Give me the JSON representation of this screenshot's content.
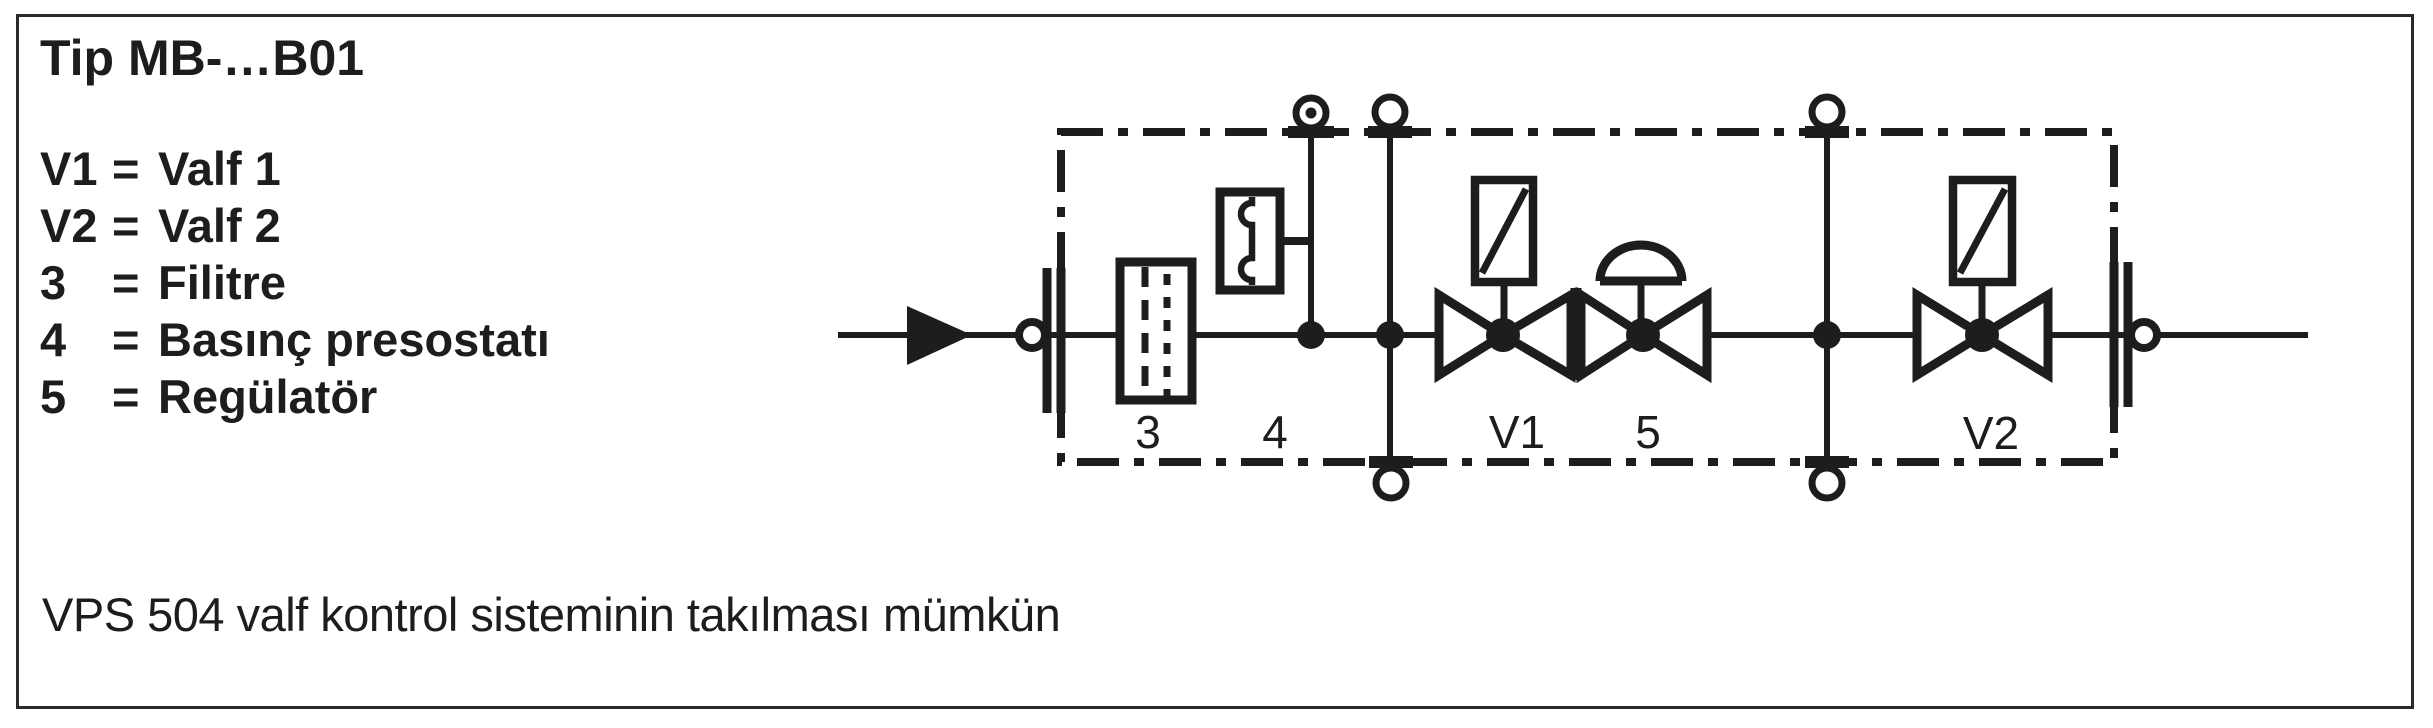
{
  "header": {
    "title": "Tip MB-…B01"
  },
  "legend": {
    "items": [
      {
        "key": "V1",
        "eq": "=",
        "value": "Valf 1"
      },
      {
        "key": "V2",
        "eq": "=",
        "value": "Valf 2"
      },
      {
        "key": "3",
        "eq": "=",
        "value": "Filitre"
      },
      {
        "key": "4",
        "eq": "=",
        "value": "Basınç presostatı"
      },
      {
        "key": "5",
        "eq": "=",
        "value": "Regülatör"
      }
    ]
  },
  "caption": {
    "text": "VPS 504 valf kontrol sisteminin takılması mümkün"
  },
  "diagram": {
    "labels": {
      "filter": "3",
      "pressure_switch": "4",
      "valve1": "V1",
      "regulator": "5",
      "valve2": "V2"
    },
    "components": [
      "inlet-flow-arrow",
      "inlet-union",
      "inlet-flange",
      "multibloc-enclosure",
      "filter",
      "pressure-switch",
      "solenoid-valve-V1",
      "pressure-regulator",
      "solenoid-valve-V2",
      "outlet-flange",
      "outlet-union",
      "test-nipple-top-1",
      "test-nipple-top-2",
      "test-nipple-top-3",
      "test-nipple-bottom-1",
      "test-nipple-bottom-2"
    ],
    "colors": {
      "ink": "#1d1d1b",
      "background": "#ffffff"
    }
  }
}
